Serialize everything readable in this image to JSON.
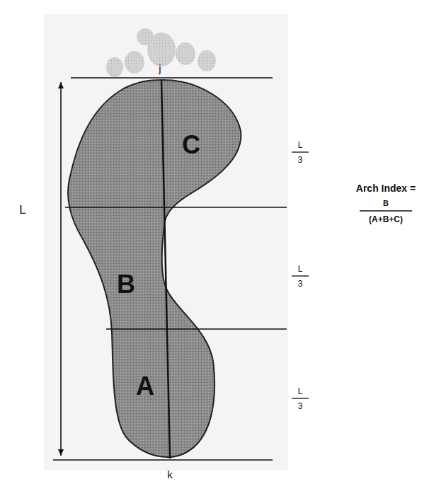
{
  "diagram": {
    "labels": [
      "j",
      "C",
      "L",
      "L",
      "3",
      "Arch Index =",
      "B",
      "(A+B+C)",
      "B",
      "L",
      "3",
      "L",
      "3",
      "A",
      "k"
    ]
  }
}
